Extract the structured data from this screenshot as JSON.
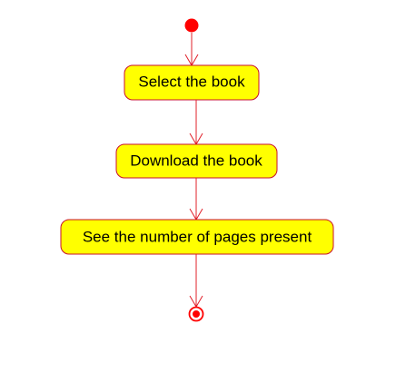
{
  "diagram": {
    "type": "activity",
    "colors": {
      "line": "#e0202a",
      "node_fill": "#ffff00",
      "node_border": "#c8102e",
      "initial": "#ff0000",
      "final": "#ff0000"
    },
    "actions": [
      {
        "label": "Select the book"
      },
      {
        "label": "Download the book"
      },
      {
        "label": "See the number of pages present"
      }
    ]
  }
}
